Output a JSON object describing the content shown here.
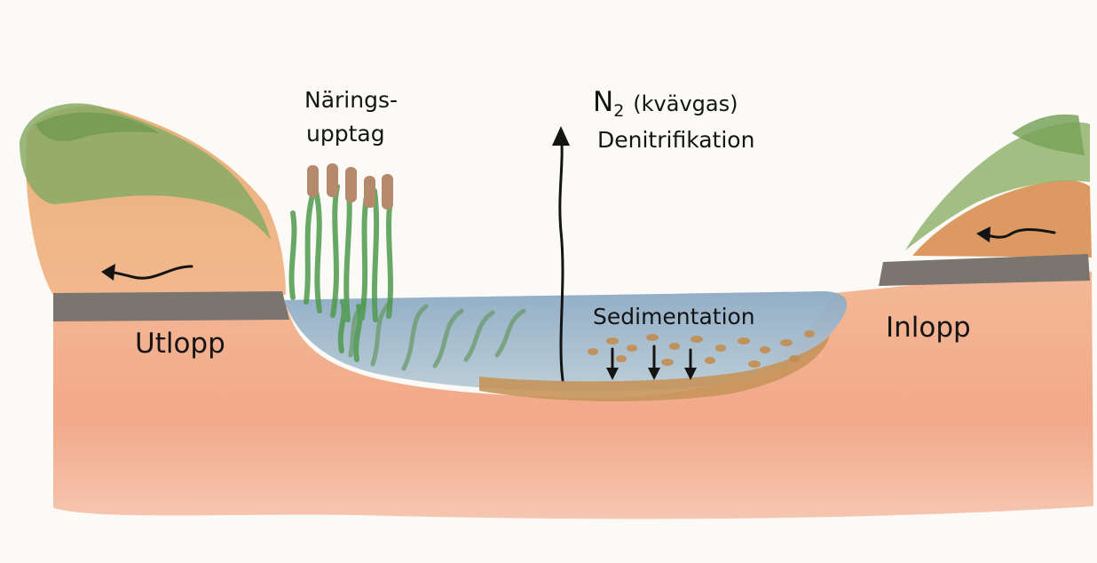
{
  "labels": {
    "naring_line1": "Närings-",
    "naring_line2": "upptag",
    "n2_symbol": "N",
    "n2_subscript": "2",
    "n2_paren": "(kvävgas)",
    "denitrifikation": "Denitrifikation",
    "sedimentation": "Sedimentation",
    "utlopp": "Utlopp",
    "inlopp": "Inlopp"
  },
  "colors": {
    "soil": "#f0b08a",
    "bank_soil": "#e7a66f",
    "clay_layer": "#7b756f",
    "water": "#9db7cb",
    "sediment": "#c7945a",
    "vegetation": "#86ab67",
    "reeds": "#4f9a4e",
    "cattail": "#b58a6c",
    "ink": "#141414"
  }
}
